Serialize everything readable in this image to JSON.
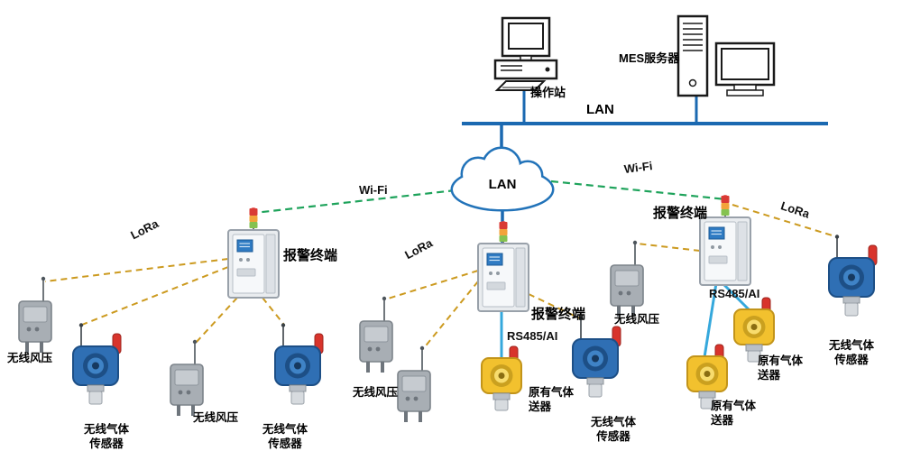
{
  "top": {
    "operation_station": "操作站",
    "mes_server": "MES服务器",
    "lan_bus": "LAN"
  },
  "cloud": {
    "label": "LAN"
  },
  "links": {
    "wifi_left": "Wi-Fi",
    "wifi_right": "Wi-Fi",
    "lora_left": "LoRa",
    "lora_center": "LoRa",
    "lora_right": "LoRa",
    "rs485_center": "RS485/AI",
    "rs485_right": "RS485/AI"
  },
  "terminals": {
    "t1": "报警终端",
    "t2": "报警终端",
    "t3": "报警终端"
  },
  "devices": {
    "pressure_1": "无线风压",
    "gas_1": "无线气体\n传感器",
    "pressure_2": "无线风压",
    "gas_2": "无线气体\n传感器",
    "pressure_3": "无线风压",
    "legacy_1": "原有气体\n送器",
    "gas_3": "无线气体\n传感器",
    "pressure_4": "无线风压",
    "legacy_2": "原有气体\n送器",
    "legacy_3": "原有气体\n送器",
    "gas_4": "无线气体\n传感器"
  },
  "colors": {
    "backbone_blue": "#1b69b1",
    "rs485_cyan": "#35a8dc",
    "wifi_green": "#1ea35b",
    "lora_orange": "#cc9a1f",
    "cloud_stroke": "#2273b9",
    "sensor_blue": "#2f6fb4",
    "sensor_yellow": "#f2c12e",
    "beacon_red": "#d8342c"
  }
}
